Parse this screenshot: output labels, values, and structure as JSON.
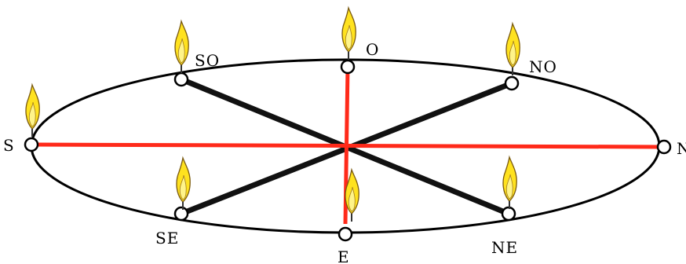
{
  "labels": {
    "S": "S",
    "SO": "SO",
    "O": "O",
    "NO": "NO",
    "N": "N",
    "NE": "NE",
    "E": "E",
    "SE": "SE"
  },
  "colors": {
    "red_axis": "#ff2a1a",
    "black_axis": "#111111",
    "ellipse": "#000000",
    "flame_yellow": "#ffe21f",
    "flame_outline": "#7a5a10"
  }
}
